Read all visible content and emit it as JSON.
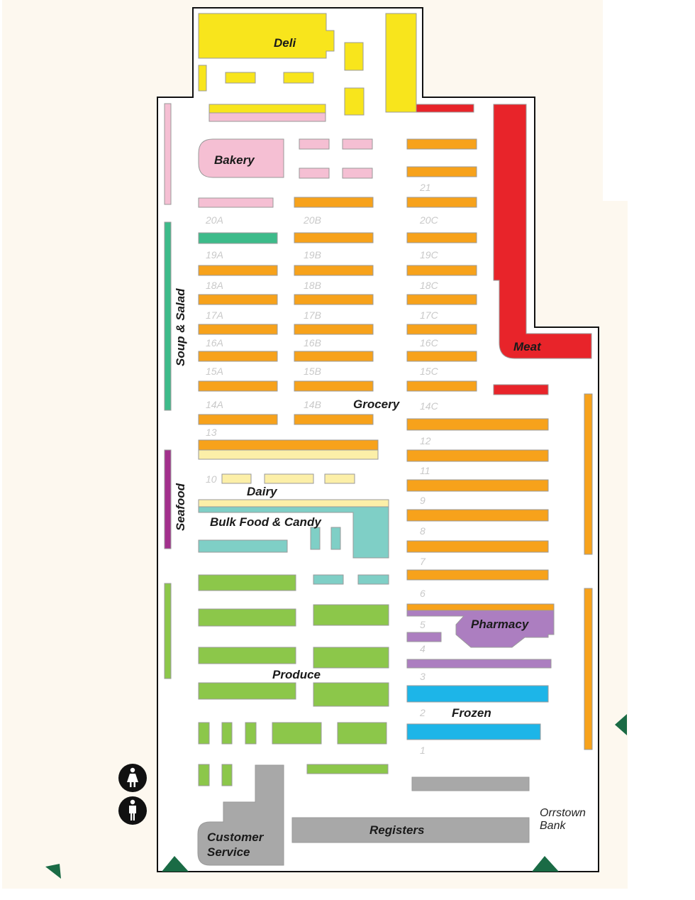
{
  "departments": {
    "deli": "Deli",
    "bakery": "Bakery",
    "meat": "Meat",
    "soup_salad": "Soup & Salad",
    "grocery": "Grocery",
    "seafood": "Seafood",
    "dairy": "Dairy",
    "bulk": "Bulk Food & Candy",
    "pharmacy": "Pharmacy",
    "produce": "Produce",
    "frozen": "Frozen",
    "customer_service_1": "Customer",
    "customer_service_2": "Service",
    "registers": "Registers",
    "bank_1": "Orrstown",
    "bank_2": "Bank"
  },
  "aisles": {
    "a21": "21",
    "a20A": "20A",
    "a20B": "20B",
    "a20C": "20C",
    "a19A": "19A",
    "a19B": "19B",
    "a19C": "19C",
    "a18A": "18A",
    "a18B": "18B",
    "a18C": "18C",
    "a17A": "17A",
    "a17B": "17B",
    "a17C": "17C",
    "a16A": "16A",
    "a16B": "16B",
    "a16C": "16C",
    "a15A": "15A",
    "a15B": "15B",
    "a15C": "15C",
    "a14A": "14A",
    "a14B": "14B",
    "a14C": "14C",
    "a13": "13",
    "a12": "12",
    "a11": "11",
    "a10": "10",
    "a9": "9",
    "a8": "8",
    "a7": "7",
    "a6": "6",
    "a5": "5",
    "a4": "4",
    "a3": "3",
    "a2": "2",
    "a1": "1"
  },
  "icons": {
    "womens_restroom": "womens-restroom-icon",
    "mens_restroom": "mens-restroom-icon",
    "entrance": "entrance-marker-icon"
  },
  "colors": {
    "grocery": "#f7a21b",
    "deli": "#f8e51c",
    "bakery": "#f5bfd3",
    "meat": "#e8242a",
    "soup_salad": "#3dbb8a",
    "seafood": "#a2308c",
    "dairy": "#fcefa8",
    "bulk": "#7fcfc6",
    "pharmacy": "#ac7ec0",
    "produce": "#8cc74a",
    "frozen": "#1db5e8",
    "service": "#a8a8a8",
    "entrance": "#1a6b45"
  }
}
